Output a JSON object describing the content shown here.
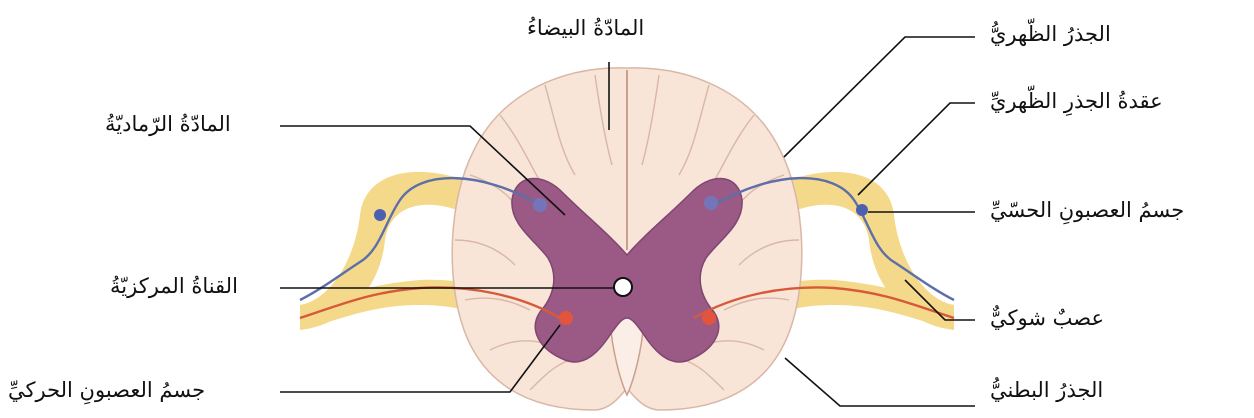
{
  "labels": {
    "white_matter": "المادّةُ البيضاءُ",
    "gray_matter": "المادّةُ الرّماديّةُ",
    "central_canal": "القناةُ المركزيّةُ",
    "motor_neuron_body": "جسمُ العصبونِ الحركيِّ",
    "dorsal_root": "الجذرُ الظّهريُّ",
    "dorsal_root_ganglion": "عقدةُ الجذرِ الظّهريِّ",
    "sensory_neuron_body": "جسمُ العصبونِ الحسّيِّ",
    "spinal_nerve": "عصبٌ شوكيٌّ",
    "ventral_root": "الجذرُ البطنيُّ"
  },
  "colors": {
    "white_matter": "#f9e4d8",
    "white_matter_fold": "#d9b7a6",
    "gray_matter": "#9b5a86",
    "gray_matter_edge": "#7e4670",
    "nerve_sheath": "#f5d98a",
    "sensory_fiber": "#5d6fa8",
    "motor_fiber": "#d65a3a",
    "sensory_body": "#4c5fb0",
    "motor_body": "#e2553c",
    "leader_line": "#111111"
  }
}
